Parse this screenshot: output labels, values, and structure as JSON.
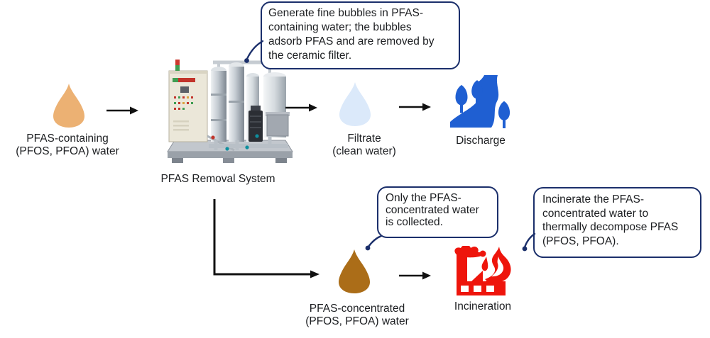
{
  "colors": {
    "drop_source": "#ecb173",
    "drop_filtrate": "#dbe9fa",
    "drop_concentrate": "#ab6d18",
    "river": "#1f5fd2",
    "fire": "#ee150c",
    "callout_border": "#1b2f6b",
    "arrow": "#111111",
    "text": "#1c1e21"
  },
  "nodes": {
    "source": {
      "icon": "water-drop",
      "lines": [
        "PFAS-containing",
        "(PFOS, PFOA) water"
      ]
    },
    "system": {
      "icon": "pfas-removal-system-photo",
      "label": "PFAS Removal System"
    },
    "filtrate": {
      "icon": "water-drop",
      "lines": [
        "Filtrate",
        "(clean water)"
      ]
    },
    "discharge": {
      "icon": "river-with-trees",
      "label": "Discharge"
    },
    "concentrate": {
      "icon": "water-drop",
      "lines": [
        "PFAS-concentrated",
        "(PFOS, PFOA) water"
      ]
    },
    "incineration": {
      "icon": "burning-factory",
      "label": "Incineration"
    }
  },
  "callouts": {
    "bubbles": {
      "lines": [
        "Generate fine bubbles in PFAS-",
        "containing water; the bubbles",
        "adsorb PFAS and are removed by",
        "the ceramic filter."
      ]
    },
    "collected": {
      "lines": [
        "Only the PFAS-",
        "concentrated water",
        "is collected."
      ]
    },
    "incinerate": {
      "lines": [
        "Incinerate the PFAS-",
        "concentrated water to",
        "thermally decompose PFAS",
        "(PFOS, PFOA)."
      ]
    }
  }
}
